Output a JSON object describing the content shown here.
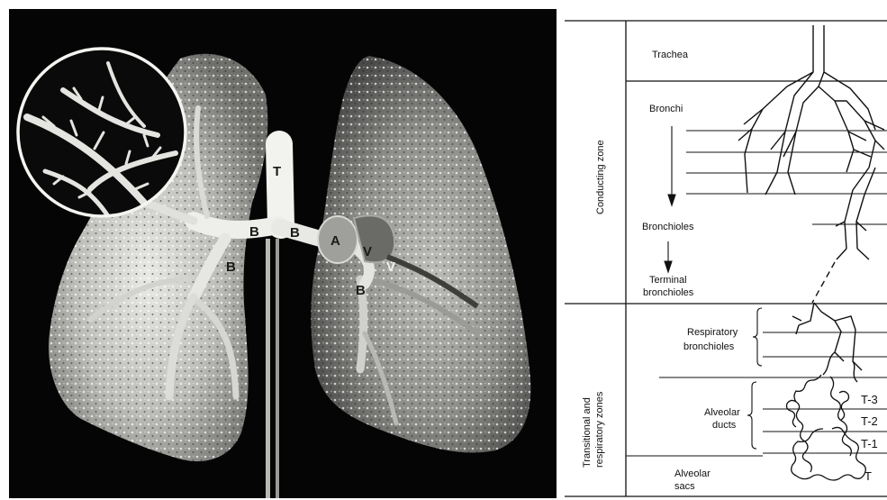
{
  "photo": {
    "labels": {
      "trachea": "T",
      "bronchus_left_upper": "B",
      "bronchus_right": "B",
      "bronchus_left_lower": "B",
      "bronchus_right_lower": "B",
      "artery": "A",
      "vein_upper": "V",
      "vein_lower": "V"
    }
  },
  "diagram": {
    "zones": {
      "conducting": "Conducting zone",
      "transitional_line1": "Transitional and",
      "transitional_line2": "respiratory zones"
    },
    "levels": {
      "trachea": "Trachea",
      "bronchi": "Bronchi",
      "bronchioles": "Bronchioles",
      "terminal_line1": "Terminal",
      "terminal_line2": "bronchioles",
      "respiratory_line1": "Respiratory",
      "respiratory_line2": "bronchioles",
      "alveolar_ducts_line1": "Alveolar",
      "alveolar_ducts_line2": "ducts",
      "alveolar_sacs_line1": "Alveolar",
      "alveolar_sacs_line2": "sacs"
    },
    "generations": {
      "t3": "T-3",
      "t2": "T-2",
      "t1": "T-1",
      "t": "T"
    }
  }
}
